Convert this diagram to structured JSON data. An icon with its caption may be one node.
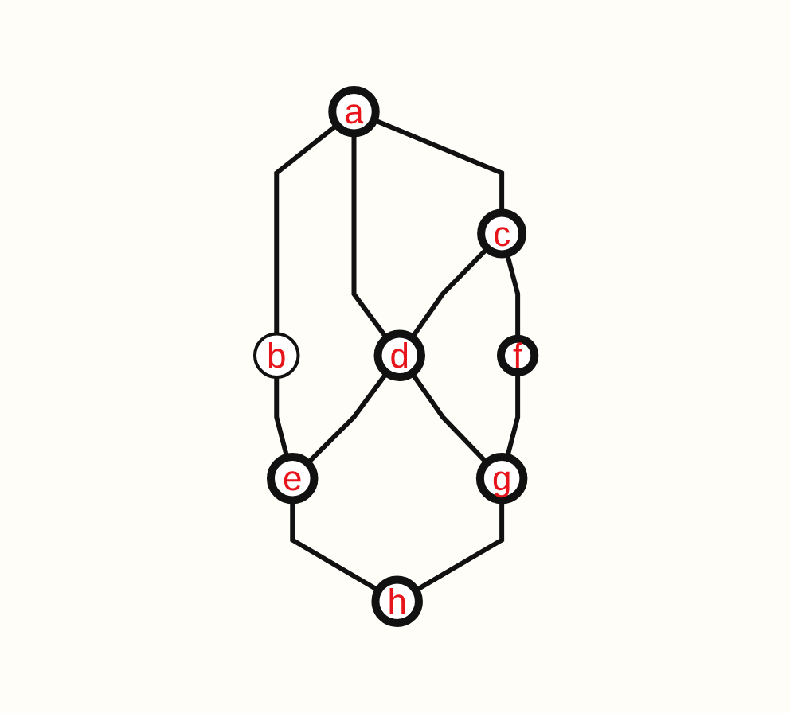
{
  "diagram": {
    "nodes": [
      {
        "text": [
          "a"
        ]
      },
      {
        "text": [
          "b"
        ]
      },
      {
        "text": [
          "c"
        ]
      },
      {
        "text": [
          "d"
        ]
      },
      {
        "text": [
          "e"
        ]
      },
      {
        "text": [
          "f"
        ]
      },
      {
        "text": [
          "g"
        ]
      },
      {
        "text": [
          "h"
        ]
      }
    ],
    "edges": [
      {
        "from": 0,
        "to": 1,
        "arrow": "none"
      },
      {
        "from": 0,
        "to": 2,
        "arrow": "none"
      },
      {
        "from": 0,
        "to": 3,
        "arrow": "none"
      },
      {
        "from": 1,
        "to": 4,
        "arrow": "none"
      },
      {
        "from": 2,
        "to": 3,
        "arrow": "none"
      },
      {
        "from": 3,
        "to": 4,
        "arrow": "none"
      },
      {
        "from": 2,
        "to": 5,
        "arrow": "none"
      },
      {
        "from": 3,
        "to": 6,
        "arrow": "none"
      },
      {
        "from": 4,
        "to": 7,
        "arrow": "none"
      },
      {
        "from": 5,
        "to": 6,
        "arrow": "none"
      },
      {
        "from": 6,
        "to": 7,
        "arrow": "none"
      }
    ]
  }
}
